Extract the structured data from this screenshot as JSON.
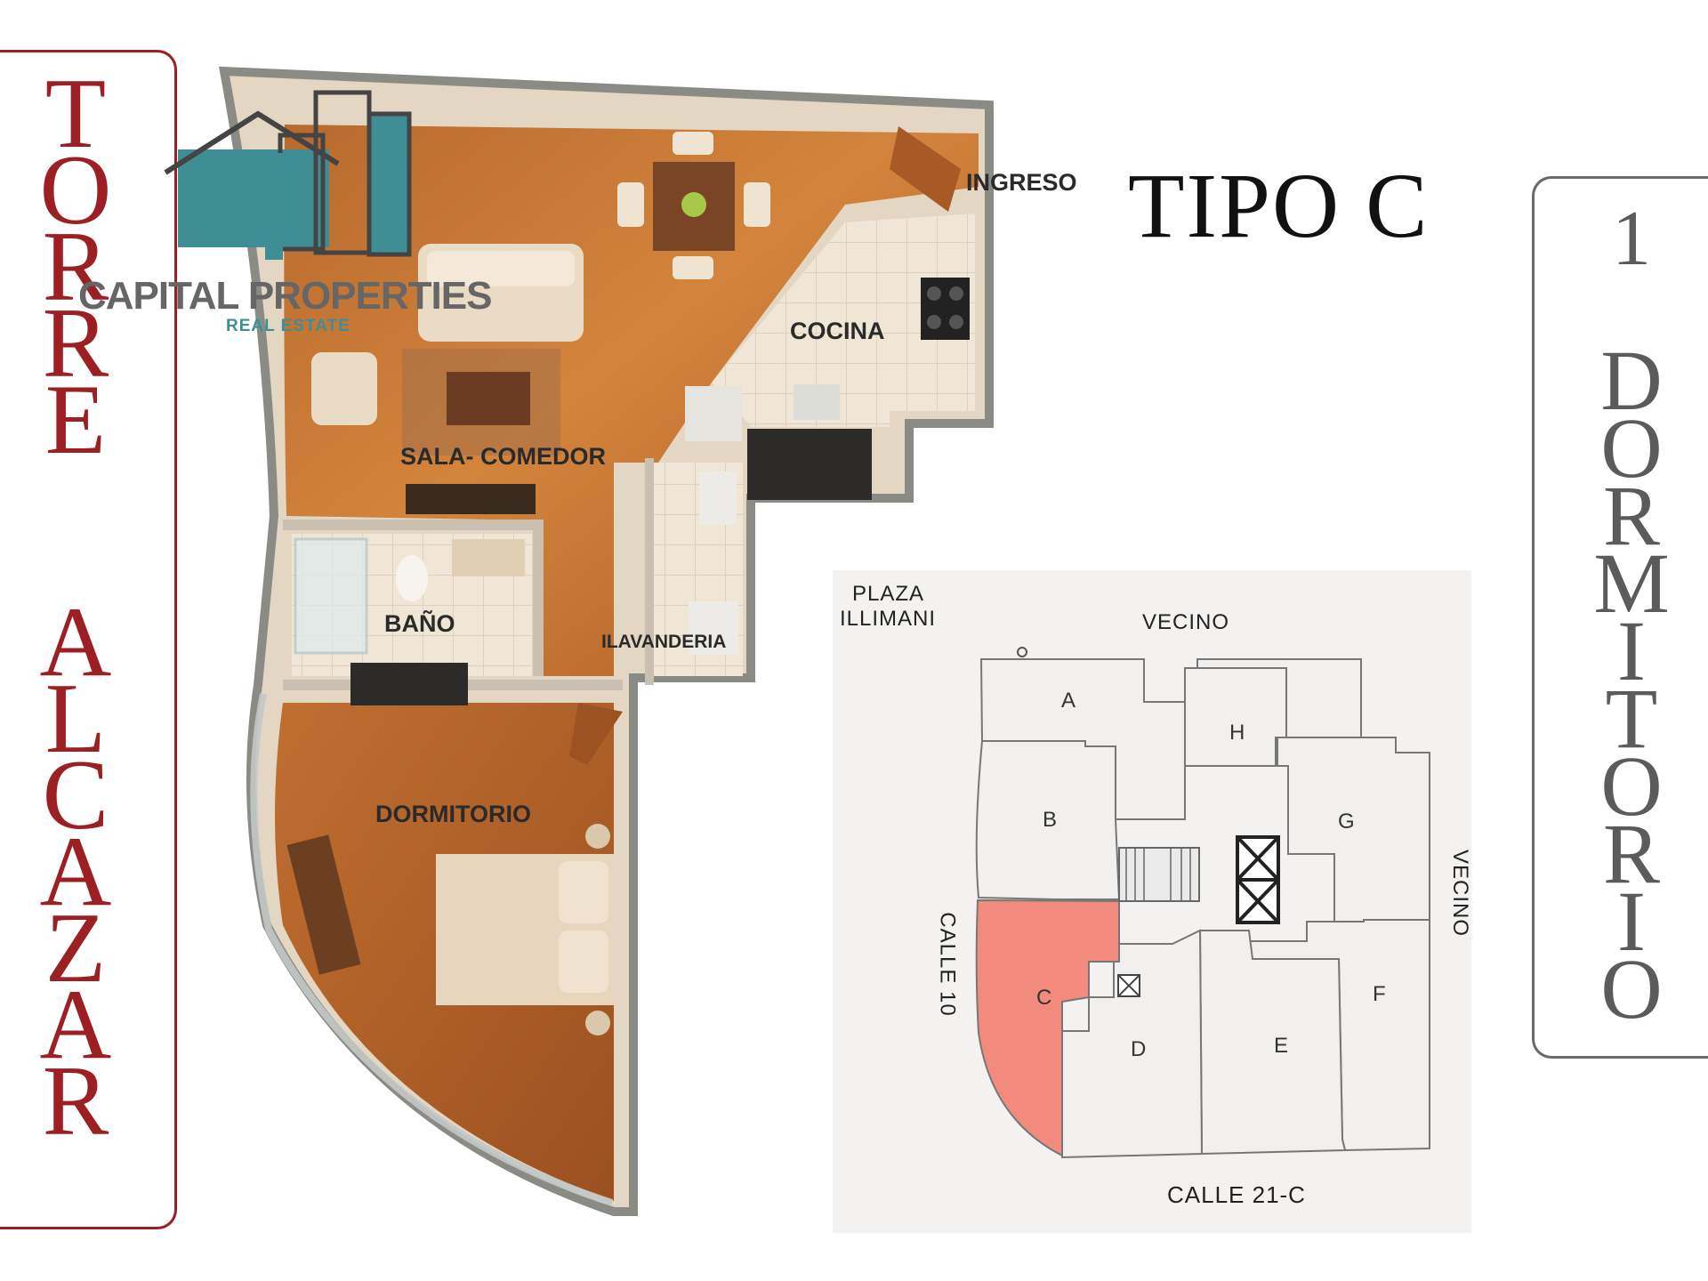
{
  "title": "TIPO C",
  "side_left": {
    "word1": "TORRE",
    "word2": "ALCAZAR"
  },
  "side_right": {
    "number": "1",
    "word": "DORMITORIO"
  },
  "logo": {
    "brand": "CAPITAL PROPERTIES",
    "tagline": "REAL ESTATE"
  },
  "floorplan": {
    "labels": {
      "ingreso": "INGRESO",
      "cocina": "COCINA",
      "sala": "SALA- COMEDOR",
      "bano": "BAÑO",
      "lavanderia": "ILAVANDERIA",
      "dormitorio": "DORMITORIO"
    }
  },
  "site_plan": {
    "streets": {
      "plaza_line1": "PLAZA",
      "plaza_line2": "ILLIMANI",
      "top": "VECINO",
      "left": "CALLE 10",
      "right": "VECINO",
      "bottom": "CALLE 21-C"
    },
    "units": [
      "A",
      "B",
      "C",
      "D",
      "E",
      "F",
      "G",
      "H"
    ],
    "highlight_unit": "C",
    "highlight_color": "#f28b7e"
  },
  "colors": {
    "accent": "#9c1f23",
    "frame_gray": "#6a6a6a",
    "logo_teal": "#3f8e95"
  }
}
